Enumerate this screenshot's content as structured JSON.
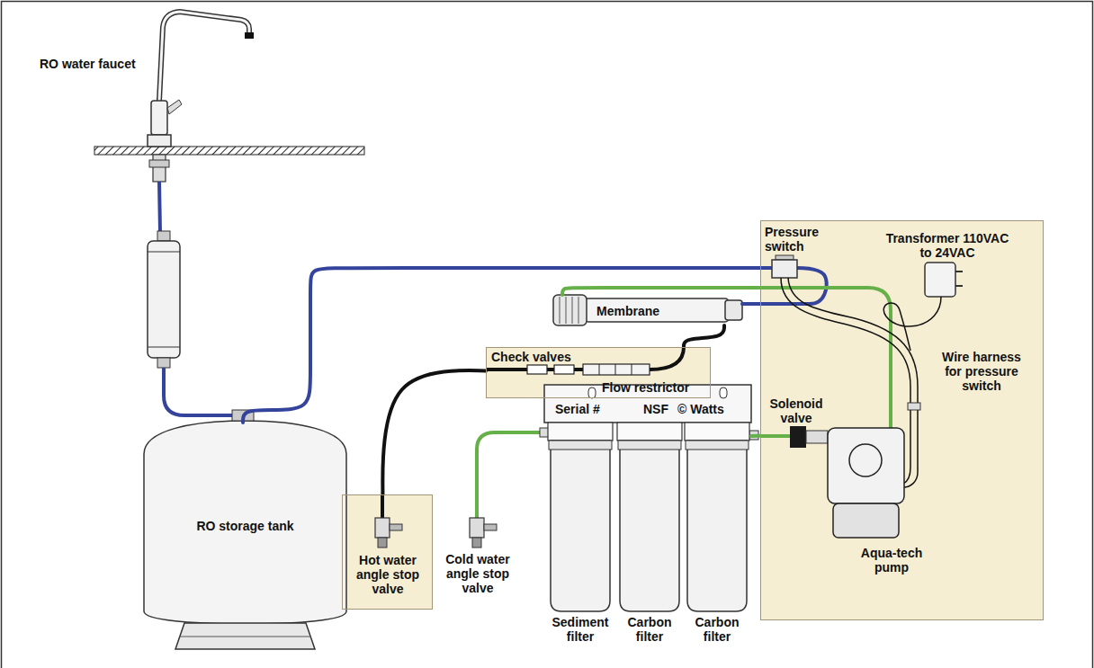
{
  "diagram": {
    "nodes": [
      {
        "text": [
          "Pressure switch",
          "Transformer 110VAC to 24VAC",
          "Wire harness for pressure switch",
          "Solenoid valve",
          "Aqua-tech pump"
        ]
      },
      {
        "text": [
          "Membrane"
        ]
      },
      {
        "text": [
          "Check valves",
          "Flow restrictor"
        ]
      },
      {
        "text": [
          "Serial #",
          "NSF",
          "© Watts"
        ]
      },
      {
        "text": [
          "RO storage tank"
        ]
      },
      {
        "text": [
          "Hot water angle stop valve"
        ]
      }
    ],
    "edges": [
      {
        "from": 1,
        "to": 2,
        "arrow": "none"
      },
      {
        "from": 2,
        "to": 5,
        "arrow": "none"
      },
      {
        "from": 4,
        "to": 0,
        "arrow": "none"
      },
      {
        "from": 1,
        "to": 0,
        "arrow": "none"
      },
      {
        "from": 0,
        "to": 1,
        "arrow": "none"
      },
      {
        "from": 3,
        "to": 0,
        "arrow": "none"
      }
    ],
    "labels": [
      "RO water faucet",
      "Cold water angle stop valve",
      "Sediment filter",
      "Carbon filter",
      "Carbon filter"
    ]
  }
}
